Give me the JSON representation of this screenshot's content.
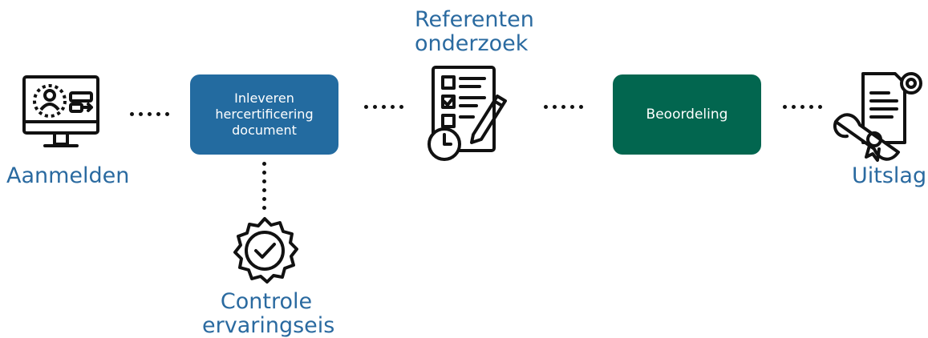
{
  "steps": {
    "aanmelden": {
      "label": "Aanmelden",
      "icon": "computer-user-icon"
    },
    "inleveren": {
      "label_line1": "Inleveren",
      "label_line2": "hercertificering",
      "label_line3": "document",
      "color": "#236ba0"
    },
    "referenten": {
      "label_line1": "Referenten",
      "label_line2": "onderzoek",
      "icon": "checklist-clipboard-icon"
    },
    "beoordeling": {
      "label": "Beoordeling",
      "color": "#02664f"
    },
    "uitslag": {
      "label": "Uitslag",
      "icon": "certificate-diploma-icon"
    },
    "controle": {
      "label_line1": "Controle",
      "label_line2": "ervaringseis",
      "icon": "check-badge-icon"
    }
  },
  "colors": {
    "label_blue": "#2a6aa0",
    "connector": "#111111"
  }
}
